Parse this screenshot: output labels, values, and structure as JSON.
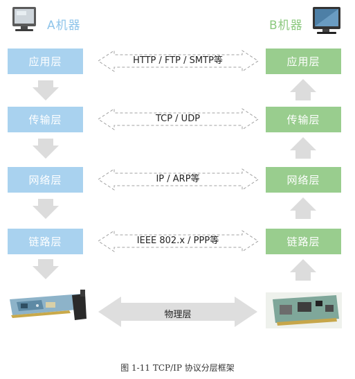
{
  "machine_a": {
    "title": "A机器",
    "color": "#8ec4ea"
  },
  "machine_b": {
    "title": "B机器",
    "color": "#8cc97f"
  },
  "layers": [
    {
      "a_label": "应用层",
      "b_label": "应用层",
      "protocol": "HTTP / FTP / SMTP等"
    },
    {
      "a_label": "传输层",
      "b_label": "传输层",
      "protocol": "TCP / UDP"
    },
    {
      "a_label": "网络层",
      "b_label": "网络层",
      "protocol": "IP / ARP等"
    },
    {
      "a_label": "链路层",
      "b_label": "链路层",
      "protocol": "IEEE 802.x / PPP等"
    }
  ],
  "physical": {
    "label": "物理层"
  },
  "caption": "图 1-11   TCP/IP 协议分层框架",
  "colors": {
    "machine_a_box": "#a9d2ef",
    "machine_b_box": "#99cd8e",
    "flow_arrow": "#d9d9d9",
    "dashed": "#9a9a9a"
  },
  "icons": {
    "computer": "computer-icon",
    "network_card": "network-card-icon"
  }
}
